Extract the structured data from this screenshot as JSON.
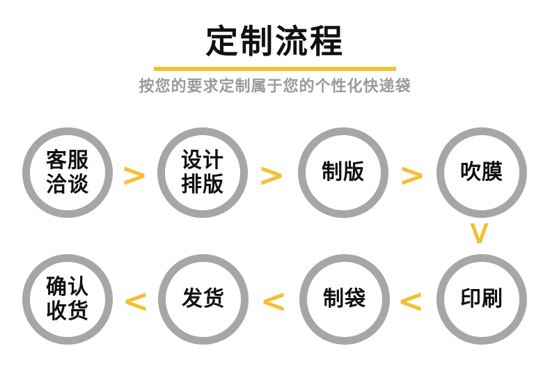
{
  "header": {
    "title": "定制流程",
    "subtitle": "按您的要求定制属于您的个性化快递袋"
  },
  "colors": {
    "accent_yellow": "#F3BF34",
    "circle_ring_gray": "#A6A6A6",
    "text_black": "#111111",
    "subtitle_gray": "#9A9A9A"
  },
  "steps": [
    {
      "id": "customer-service",
      "label": "客服\n洽谈"
    },
    {
      "id": "design-layout",
      "label": "设计\n排版"
    },
    {
      "id": "plate-making",
      "label": "制版"
    },
    {
      "id": "film-blowing",
      "label": "吹膜"
    },
    {
      "id": "printing",
      "label": "印刷"
    },
    {
      "id": "bag-making",
      "label": "制袋"
    },
    {
      "id": "shipping",
      "label": "发货"
    },
    {
      "id": "confirm-receipt",
      "label": "确认\n收货"
    }
  ],
  "arrows": {
    "forward": ">",
    "backward": "<",
    "down": ">"
  }
}
